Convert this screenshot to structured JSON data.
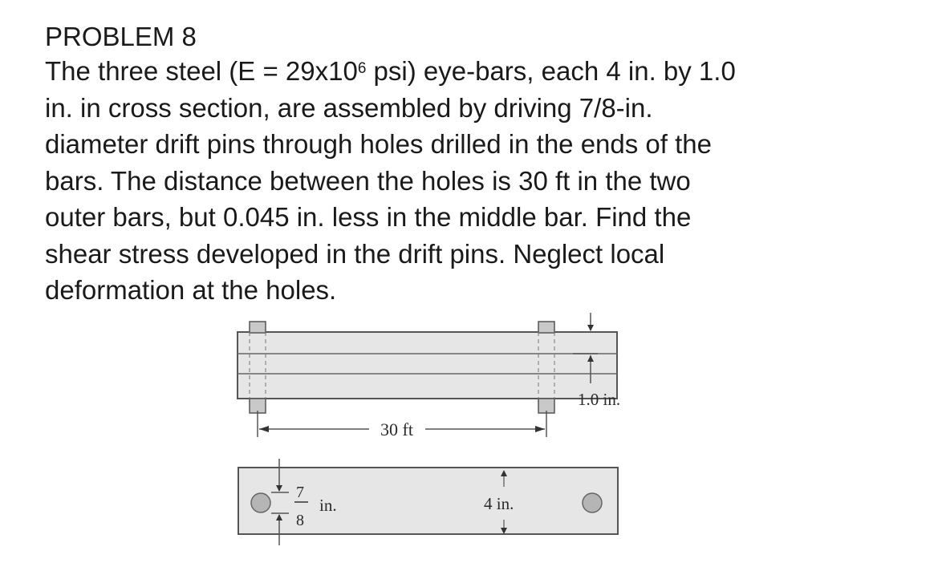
{
  "problem": {
    "title": "PROBLEM 8",
    "lines": [
      "The three steel (E = 29x10",
      "6",
      " psi) eye-bars, each 4 in. by 1.0",
      "in. in cross section, are assembled by driving 7/8-in.",
      "diameter drift pins through holes drilled in the ends of the",
      "bars. The distance between the holes is 30 ft in the two",
      "outer bars, but 0.045 in. less in the middle bar. Find the",
      "shear stress developed in the drift pins. Neglect local",
      "deformation at the holes."
    ]
  },
  "figure": {
    "side_view": {
      "span_label": "30 ft",
      "thickness_label": "1.0 in."
    },
    "top_view": {
      "hole_fraction_num": "7",
      "hole_fraction_den": "8",
      "hole_unit": "in.",
      "width_label": "4 in."
    }
  }
}
